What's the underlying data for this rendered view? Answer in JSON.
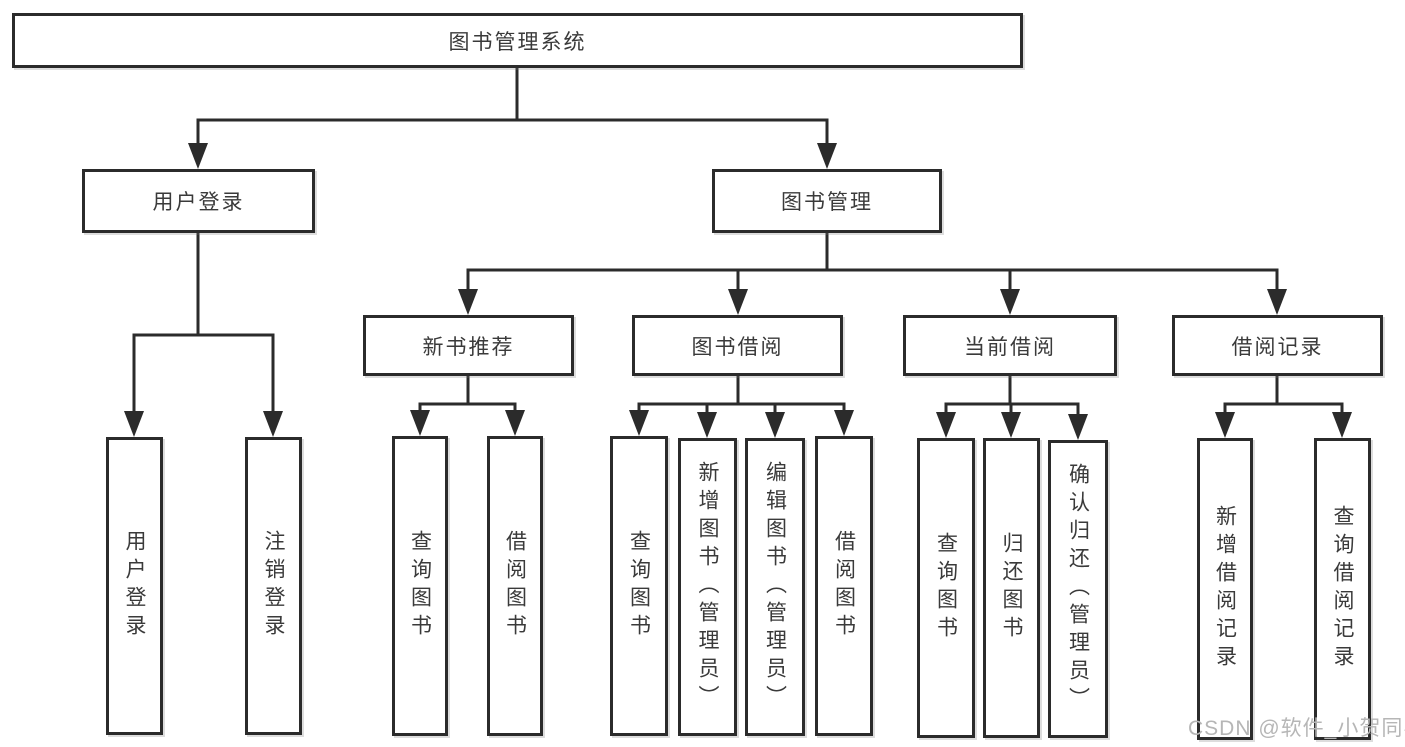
{
  "diagram": {
    "type": "hierarchy-tree",
    "root_label": "图书管理系统",
    "branches": [
      {
        "label": "用户登录",
        "children": [
          {
            "label": "用户登录"
          },
          {
            "label": "注销登录"
          }
        ]
      },
      {
        "label": "图书管理",
        "children": [
          {
            "label": "新书推荐",
            "children": [
              {
                "label": "查询图书"
              },
              {
                "label": "借阅图书"
              }
            ]
          },
          {
            "label": "图书借阅",
            "children": [
              {
                "label": "查询图书"
              },
              {
                "label": "新增图书（管理员）"
              },
              {
                "label": "编辑图书（管理员）"
              },
              {
                "label": "借阅图书"
              }
            ]
          },
          {
            "label": "当前借阅",
            "children": [
              {
                "label": "查询图书"
              },
              {
                "label": "归还图书"
              },
              {
                "label": "确认归还（管理员）"
              }
            ]
          },
          {
            "label": "借阅记录",
            "children": [
              {
                "label": "新增借阅记录"
              },
              {
                "label": "查询借阅记录"
              }
            ]
          }
        ]
      }
    ],
    "watermark": "CSDN @软件_小贺同学"
  },
  "colors": {
    "line": "#2b2b2b",
    "text": "#3a3a3a",
    "watermark": "#b6b6b6",
    "box_bg": "#ffffff"
  }
}
